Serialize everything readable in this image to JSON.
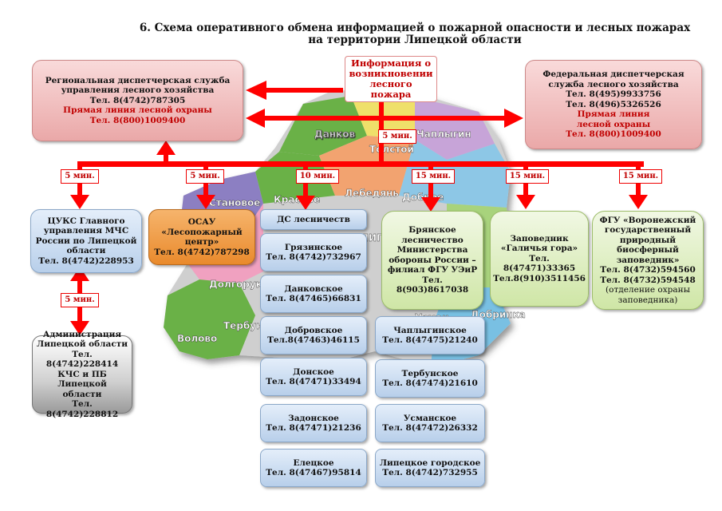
{
  "title": {
    "line1": "6. Схема оперативного обмена информацией о пожарной опасности и лесных пожарах",
    "line2": "на территории Липецкой области"
  },
  "info_box": {
    "line1": "Информация о",
    "line2": "возникновении",
    "line3": "лесного пожара"
  },
  "regional": {
    "line1": "Региональная диспетчерская служба",
    "line2": "управления лесного хозяйства",
    "phone": "Тел. 8(4742)787305",
    "hotline": "Прямая линия лесной охраны",
    "hotline_phone": "Тел. 8(800)1009400"
  },
  "federal": {
    "line1": "Федеральная диспетчерская",
    "line2": "служба лесного хозяйства",
    "phone1": "Тел. 8(495)9933756",
    "phone2": "Тел. 8(496)5326526",
    "hotline1": "Прямая линия",
    "hotline2": "лесной охраны",
    "hotline_phone": "Тел. 8(800)1009400"
  },
  "time_labels": {
    "t_top": "5 мин.",
    "t1": "5 мин.",
    "t2": "5 мин.",
    "t3": "10 мин.",
    "t4": "15 мин.",
    "t5": "15 мин.",
    "t6": "15 мин.",
    "t7": "5 мин."
  },
  "mchs": {
    "line1": "ЦУКС  Главного",
    "line2": "управления МЧС",
    "line3": "России по Липецкой",
    "line4": "области",
    "phone": "Тел. 8(4742)228953"
  },
  "osau": {
    "line1": "ОСАУ",
    "line2": "«Лесопожарный",
    "line3": "центр»",
    "phone": "Тел. 8(4742)787298"
  },
  "ds_header": "ДС лесничеств",
  "forestries_left": [
    {
      "name": "Грязинское",
      "phone": "Тел. 8(4742)732967"
    },
    {
      "name": "Данковское",
      "phone": "Тел. 8(47465)66831"
    },
    {
      "name": "Добровское",
      "phone": "Тел.8(47463)46115"
    },
    {
      "name": "Донское",
      "phone": "Тел. 8(47471)33494"
    },
    {
      "name": "Задонское",
      "phone": "Тел. 8(47471)21236"
    },
    {
      "name": "Елецкое",
      "phone": "Тел. 8(47467)95814"
    }
  ],
  "forestries_right": [
    {
      "name": "Чаплыгинское",
      "phone": "Тел. 8(47475)21240"
    },
    {
      "name": "Тербунское",
      "phone": "Тел. 8(47474)21610"
    },
    {
      "name": "Усманское",
      "phone": "Тел. 8(47472)26332"
    },
    {
      "name": "Липецкое городское",
      "phone": "Тел. 8(4742)732955"
    }
  ],
  "bryansk": {
    "line1": "Брянское",
    "line2": "лесничество",
    "line3": "Министерства",
    "line4": "обороны России –",
    "line5": "филиал ФГУ УЭиР",
    "phone": "Тел. 8(903)8617038"
  },
  "reserve_galichya": {
    "line1": "Заповедник",
    "line2": "«Галичья гора»",
    "phone1": "Тел. 8(47471)33365",
    "phone2": "Тел.8(910)3511456"
  },
  "reserve_voronezh": {
    "line1": "ФГУ «Воронежский",
    "line2": "государственный",
    "line3": "природный биосферный",
    "line4": "заповедник»",
    "phone1": "Тел. 8(4732)594560",
    "phone2": "Тел. 8(4732)594548",
    "note1": "(отделение охраны",
    "note2": "заповедника)"
  },
  "admin": {
    "line1": "Администрация",
    "line2": "Липецкой области",
    "phone1": "Тел. 8(4742)228414",
    "line3": "КЧС и ПБ Липецкой",
    "line4": "области",
    "phone2": "Тел. 8(4742)228812"
  },
  "map_towns": [
    "Данков",
    "Чаплыгин",
    "Толстой",
    "Становое",
    "Красное",
    "Лебедянь",
    "Доброе",
    "Долгоруково",
    "Тербуны",
    "Добринка",
    "Волово",
    "ЛИП",
    "Усман"
  ],
  "colors": {
    "arrow": "#ff0000",
    "time_label_text": "#c00000",
    "hotline_text": "#c00000"
  }
}
